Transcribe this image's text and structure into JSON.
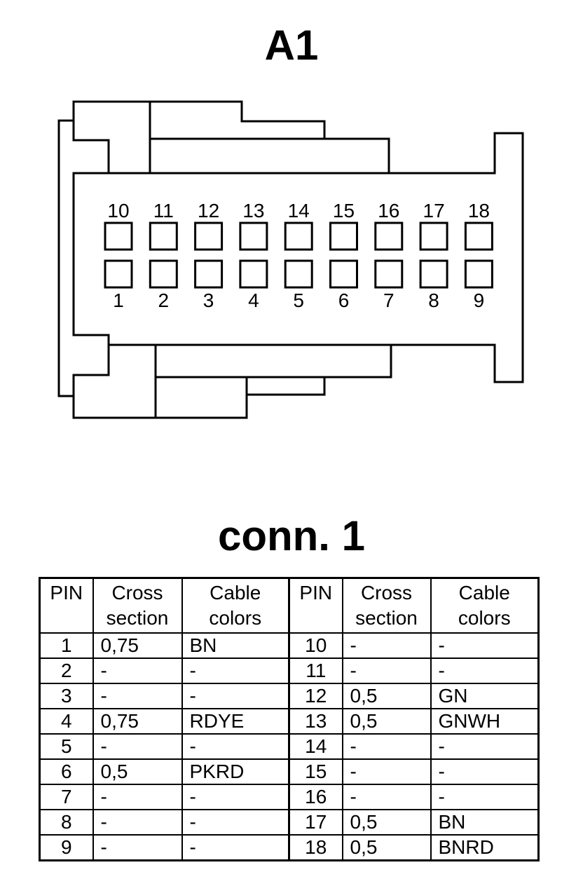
{
  "diagram": {
    "title": "A1",
    "top_pins": [
      "10",
      "11",
      "12",
      "13",
      "14",
      "15",
      "16",
      "17",
      "18"
    ],
    "bottom_pins": [
      "1",
      "2",
      "3",
      "4",
      "5",
      "6",
      "7",
      "8",
      "9"
    ]
  },
  "table": {
    "title": "conn. 1",
    "headers": {
      "pin": "PIN",
      "cross_line1": "Cross",
      "cross_line2": "section",
      "cable_line1": "Cable",
      "cable_line2": "colors"
    },
    "rows": [
      {
        "pin_a": "1",
        "cross_a": "0,75",
        "color_a": "BN",
        "pin_b": "10",
        "cross_b": "-",
        "color_b": "-"
      },
      {
        "pin_a": "2",
        "cross_a": "-",
        "color_a": "-",
        "pin_b": "11",
        "cross_b": "-",
        "color_b": "-"
      },
      {
        "pin_a": "3",
        "cross_a": "-",
        "color_a": "-",
        "pin_b": "12",
        "cross_b": "0,5",
        "color_b": "GN"
      },
      {
        "pin_a": "4",
        "cross_a": "0,75",
        "color_a": "RDYE",
        "pin_b": "13",
        "cross_b": "0,5",
        "color_b": "GNWH"
      },
      {
        "pin_a": "5",
        "cross_a": "-",
        "color_a": "-",
        "pin_b": "14",
        "cross_b": "-",
        "color_b": "-"
      },
      {
        "pin_a": "6",
        "cross_a": "0,5",
        "color_a": "PKRD",
        "pin_b": "15",
        "cross_b": "-",
        "color_b": "-"
      },
      {
        "pin_a": "7",
        "cross_a": "-",
        "color_a": "-",
        "pin_b": "16",
        "cross_b": "-",
        "color_b": "-"
      },
      {
        "pin_a": "8",
        "cross_a": "-",
        "color_a": "-",
        "pin_b": "17",
        "cross_b": "0,5",
        "color_b": "BN"
      },
      {
        "pin_a": "9",
        "cross_a": "-",
        "color_a": "-",
        "pin_b": "18",
        "cross_b": "0,5",
        "color_b": "BNRD"
      }
    ]
  }
}
